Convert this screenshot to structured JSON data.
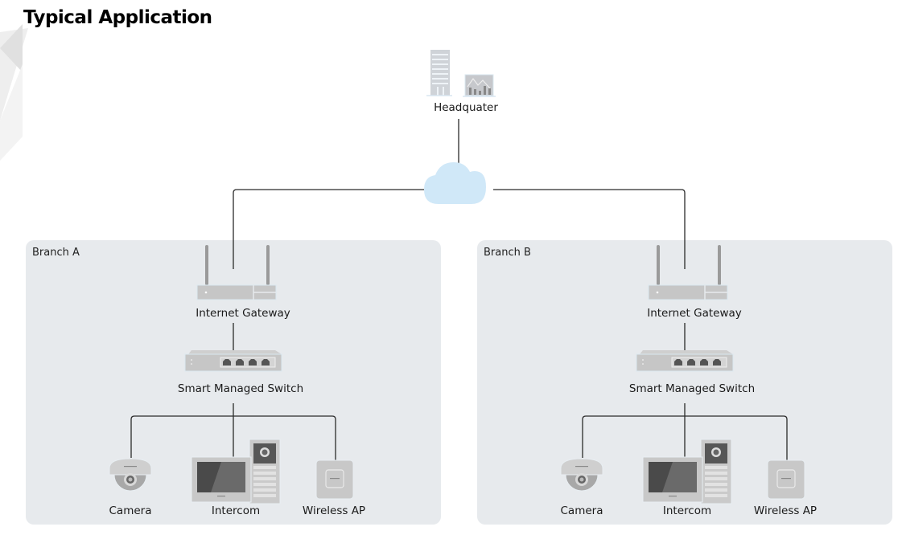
{
  "title": "Typical Application",
  "headquarter": {
    "label": "Headquater",
    "icons": [
      "building-icon",
      "monitor-chart-icon"
    ]
  },
  "cloud": {
    "icon": "cloud-icon"
  },
  "branches": [
    {
      "label": "Branch A",
      "gateway": "Internet Gateway",
      "switch": "Smart Managed Switch",
      "devices": [
        {
          "label": "Camera",
          "icon": "dome-camera-icon"
        },
        {
          "label": "Intercom",
          "icon": "intercom-icon"
        },
        {
          "label": "Wireless AP",
          "icon": "wireless-ap-icon"
        }
      ]
    },
    {
      "label": "Branch B",
      "gateway": "Internet Gateway",
      "switch": "Smart Managed Switch",
      "devices": [
        {
          "label": "Camera",
          "icon": "dome-camera-icon"
        },
        {
          "label": "Intercom",
          "icon": "intercom-icon"
        },
        {
          "label": "Wireless AP",
          "icon": "wireless-ap-icon"
        }
      ]
    }
  ],
  "colors": {
    "branch_bg": "#e7eaed",
    "cloud": "#d0e8f8",
    "device_gray": "#c8c8c8",
    "line": "#2b2b2b"
  }
}
